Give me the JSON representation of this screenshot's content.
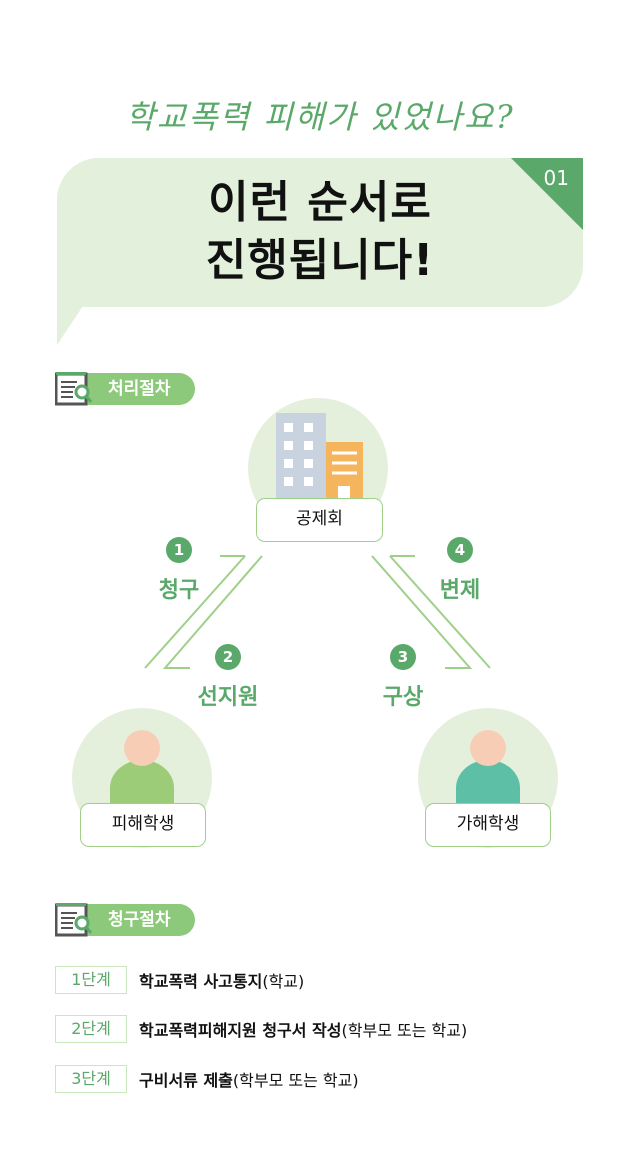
{
  "subtitle": "학교폭력 피해가 있었나요?",
  "bubble": {
    "line1": "이런 순서로",
    "line2": "진행됩니다!",
    "badge": "01"
  },
  "section1": {
    "title": "처리절차"
  },
  "diagram": {
    "center": "공제회",
    "victim": "피해학생",
    "offender": "가해학생",
    "steps": [
      {
        "num": "1",
        "label": "청구"
      },
      {
        "num": "2",
        "label": "선지원"
      },
      {
        "num": "3",
        "label": "구상"
      },
      {
        "num": "4",
        "label": "변제"
      }
    ]
  },
  "section2": {
    "title": "청구절차"
  },
  "claim_steps": [
    {
      "tag": "1단계",
      "main": "학교폭력 사고통지",
      "note": "(학교)"
    },
    {
      "tag": "2단계",
      "main": "학교폭력피해지원 청구서 작성",
      "note": "(학부모 또는 학교)"
    },
    {
      "tag": "3단계",
      "main": "구비서류 제출",
      "note": "(학부모 또는 학교)"
    }
  ],
  "colors": {
    "accent": "#5aa86a",
    "light": "#e2f0dc",
    "pill": "#8cc97a"
  }
}
